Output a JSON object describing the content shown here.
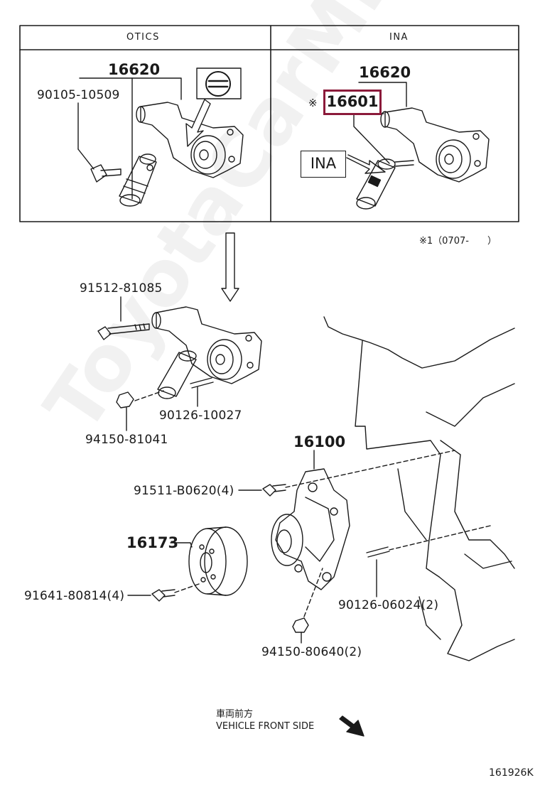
{
  "header": {
    "left_title": "OTICS",
    "right_title": "INA"
  },
  "otics_panel": {
    "part_top": "16620",
    "part_bolt": "90105-10509"
  },
  "ina_panel": {
    "part_top": "16620",
    "note_mark": "※",
    "part_highlight": "16601",
    "callout_text": "INA"
  },
  "footnote": "※1（0707-　　）",
  "labels": {
    "p91512": "91512-81085",
    "p90126a": "90126-10027",
    "p94150a": "94150-81041",
    "p16100": "16100",
    "p91511": "91511-B0620(4)",
    "p16173": "16173",
    "p91641": "91641-80814(4)",
    "p90126b": "90126-06024(2)",
    "p94150b": "94150-80640(2)"
  },
  "front": {
    "jp": "車両前方",
    "en": "VEHICLE FRONT SIDE"
  },
  "diagram_id": "161926K",
  "watermark": "ToyotaCarMine.ru",
  "colors": {
    "highlight": "#8b1a3a",
    "line": "#1a1a1a"
  }
}
